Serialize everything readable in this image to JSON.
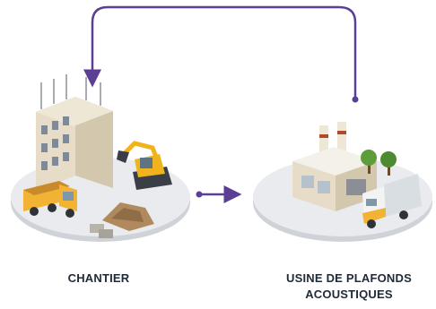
{
  "nodes": {
    "site": {
      "label": "CHANTIER"
    },
    "factory": {
      "label_line1": "USINE DE PLAFONDS",
      "label_line2": "ACOUSTIQUES"
    }
  },
  "colors": {
    "arrow": "#5b3f93",
    "platform": "#e9ebee",
    "platform_shadow": "#cfd3d8",
    "building": "#e6dcc7",
    "concrete": "#b9b4ab",
    "truck_yellow": "#f2b233",
    "excavator": "#f0b21d",
    "truck_cab": "#f3f3f3",
    "trailer": "#d9dee3",
    "tree": "#5e9d3b"
  }
}
